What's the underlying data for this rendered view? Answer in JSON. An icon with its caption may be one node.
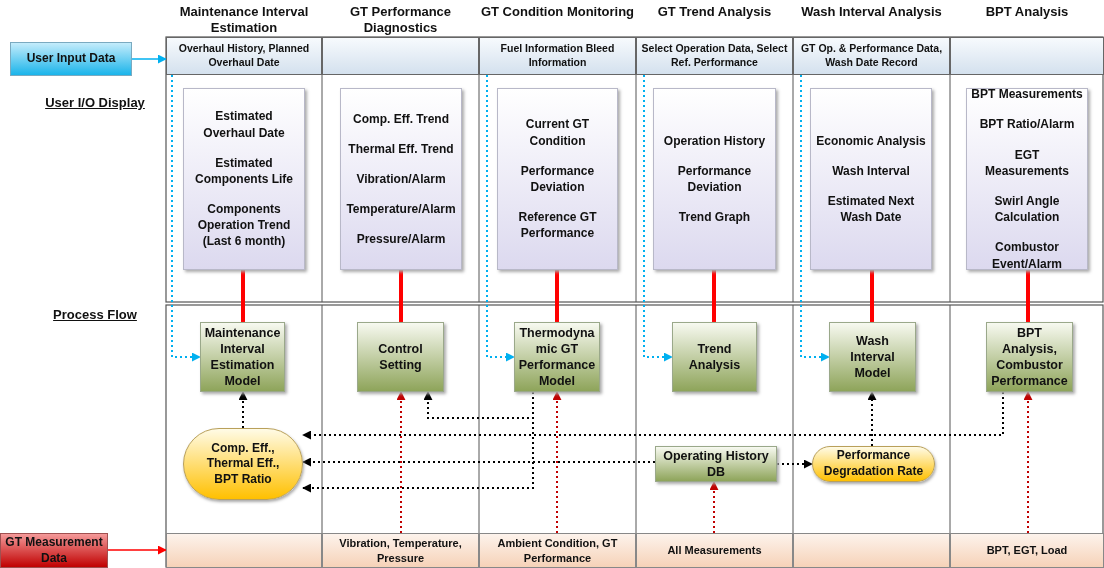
{
  "diagram": {
    "nodes": [
      {
        "text": [
          "User Input Data"
        ]
      },
      {
        "text": [
          "Overhaul History, Planned Overhaul Date"
        ]
      },
      {
        "text": [],
        "shape": "box"
      },
      {
        "text": [
          "Fuel Information Bleed Information"
        ]
      },
      {
        "text": [
          "Select Operation Data, Select Ref. Performance"
        ]
      },
      {
        "text": [
          "GT Op. & Performance Data, Wash Date Record"
        ]
      },
      {
        "text": [],
        "shape": "box"
      },
      {
        "text": [
          "Estimated Overhaul Date",
          "Estimated Components Life",
          "Components Operation Trend (Last 6 month)"
        ]
      },
      {
        "text": [
          "Comp. Eff. Trend",
          "Thermal Eff. Trend",
          "Vibration/Alarm",
          "Temperature/Alarm",
          "Pressure/Alarm"
        ]
      },
      {
        "text": [
          "Current GT Condition",
          "Performance Deviation",
          "Reference GT Performance"
        ]
      },
      {
        "text": [
          "Operation History",
          "Performance Deviation",
          "Trend Graph"
        ]
      },
      {
        "text": [
          "Economic Analysis",
          "Wash Interval",
          "Estimated Next Wash Date"
        ]
      },
      {
        "text": [
          "BPT Measurements",
          "BPT Ratio/Alarm",
          "EGT Measurements",
          "Swirl Angle Calculation",
          "Combustor Event/Alarm"
        ]
      },
      {
        "text": [
          "Maintenance Interval Estimation Model"
        ]
      },
      {
        "text": [
          "Control Setting"
        ]
      },
      {
        "text": [
          "Thermodynamic GT Performance Model"
        ]
      },
      {
        "text": [
          "Trend Analysis"
        ]
      },
      {
        "text": [
          "Wash Interval Model"
        ]
      },
      {
        "text": [
          "BPT Analysis, Combustor Performance"
        ]
      },
      {
        "text": [
          "Comp. Eff., Thermal Eff., BPT Ratio"
        ]
      },
      {
        "text": [
          "Operating History DB"
        ]
      },
      {
        "text": [
          "Performance Degradation Rate"
        ]
      },
      {
        "text": [
          "GT Measurement Data"
        ]
      },
      {
        "text": [],
        "shape": "box"
      },
      {
        "text": [
          "Vibration, Temperature, Pressure"
        ]
      },
      {
        "text": [
          "Ambient Condition, GT Performance"
        ]
      },
      {
        "text": [
          "All Measurements"
        ]
      },
      {
        "text": [],
        "shape": "box"
      },
      {
        "text": [
          "BPT, EGT, Load"
        ]
      }
    ],
    "edges": [
      {
        "from": 0,
        "to": 1,
        "arrow": "to",
        "color": "#00b0f0"
      },
      {
        "from": 22,
        "to": 23,
        "arrow": "to",
        "color": "#ff0000"
      },
      {
        "from": 1,
        "to": 13,
        "arrow": "to",
        "style": "dashed",
        "color": "#00b0f0"
      },
      {
        "from": 3,
        "to": 15,
        "arrow": "to",
        "style": "dashed",
        "color": "#00b0f0"
      },
      {
        "from": 4,
        "to": 16,
        "arrow": "to",
        "style": "dashed",
        "color": "#00b0f0"
      },
      {
        "from": 5,
        "to": 17,
        "arrow": "to",
        "style": "dashed",
        "color": "#00b0f0"
      },
      {
        "from": 13,
        "to": 7,
        "arrow": "none",
        "style": "thick",
        "color": "#ff0000"
      },
      {
        "from": 14,
        "to": 8,
        "arrow": "none",
        "style": "thick",
        "color": "#ff0000"
      },
      {
        "from": 15,
        "to": 9,
        "arrow": "none",
        "style": "thick",
        "color": "#ff0000"
      },
      {
        "from": 16,
        "to": 10,
        "arrow": "none",
        "style": "thick",
        "color": "#ff0000"
      },
      {
        "from": 17,
        "to": 11,
        "arrow": "none",
        "style": "thick",
        "color": "#ff0000"
      },
      {
        "from": 18,
        "to": 12,
        "arrow": "none",
        "style": "thick",
        "color": "#ff0000"
      },
      {
        "from": 24,
        "to": 14,
        "arrow": "to",
        "style": "dashed",
        "color": "#c00000"
      },
      {
        "from": 25,
        "to": 15,
        "arrow": "to",
        "style": "dashed",
        "color": "#c00000"
      },
      {
        "from": 26,
        "to": 20,
        "arrow": "to",
        "style": "dashed",
        "color": "#c00000"
      },
      {
        "from": 28,
        "to": 18,
        "arrow": "to",
        "style": "dashed",
        "color": "#c00000"
      },
      {
        "from": 19,
        "to": 13,
        "arrow": "to",
        "style": "dashed",
        "color": "#000000"
      },
      {
        "from": 15,
        "to": 14,
        "arrow": "to",
        "style": "dashed",
        "color": "#000000"
      },
      {
        "from": 15,
        "to": 19,
        "arrow": "to",
        "style": "dashed",
        "color": "#000000"
      },
      {
        "from": 18,
        "to": 19,
        "arrow": "to",
        "style": "dashed",
        "color": "#000000"
      },
      {
        "from": 20,
        "to": 19,
        "arrow": "to",
        "style": "dashed",
        "color": "#000000"
      },
      {
        "from": 20,
        "to": 21,
        "arrow": "to",
        "style": "dashed",
        "color": "#000000"
      },
      {
        "from": 21,
        "to": 17,
        "arrow": "to",
        "style": "dashed",
        "color": "#000000"
      }
    ],
    "labels": [
      "Maintenance Interval Estimation",
      "GT Performance Diagnostics",
      "GT Condition Monitoring",
      "GT Trend Analysis",
      "Wash Interval Analysis",
      "BPT Analysis",
      "User I/O Display",
      "Process Flow"
    ]
  }
}
